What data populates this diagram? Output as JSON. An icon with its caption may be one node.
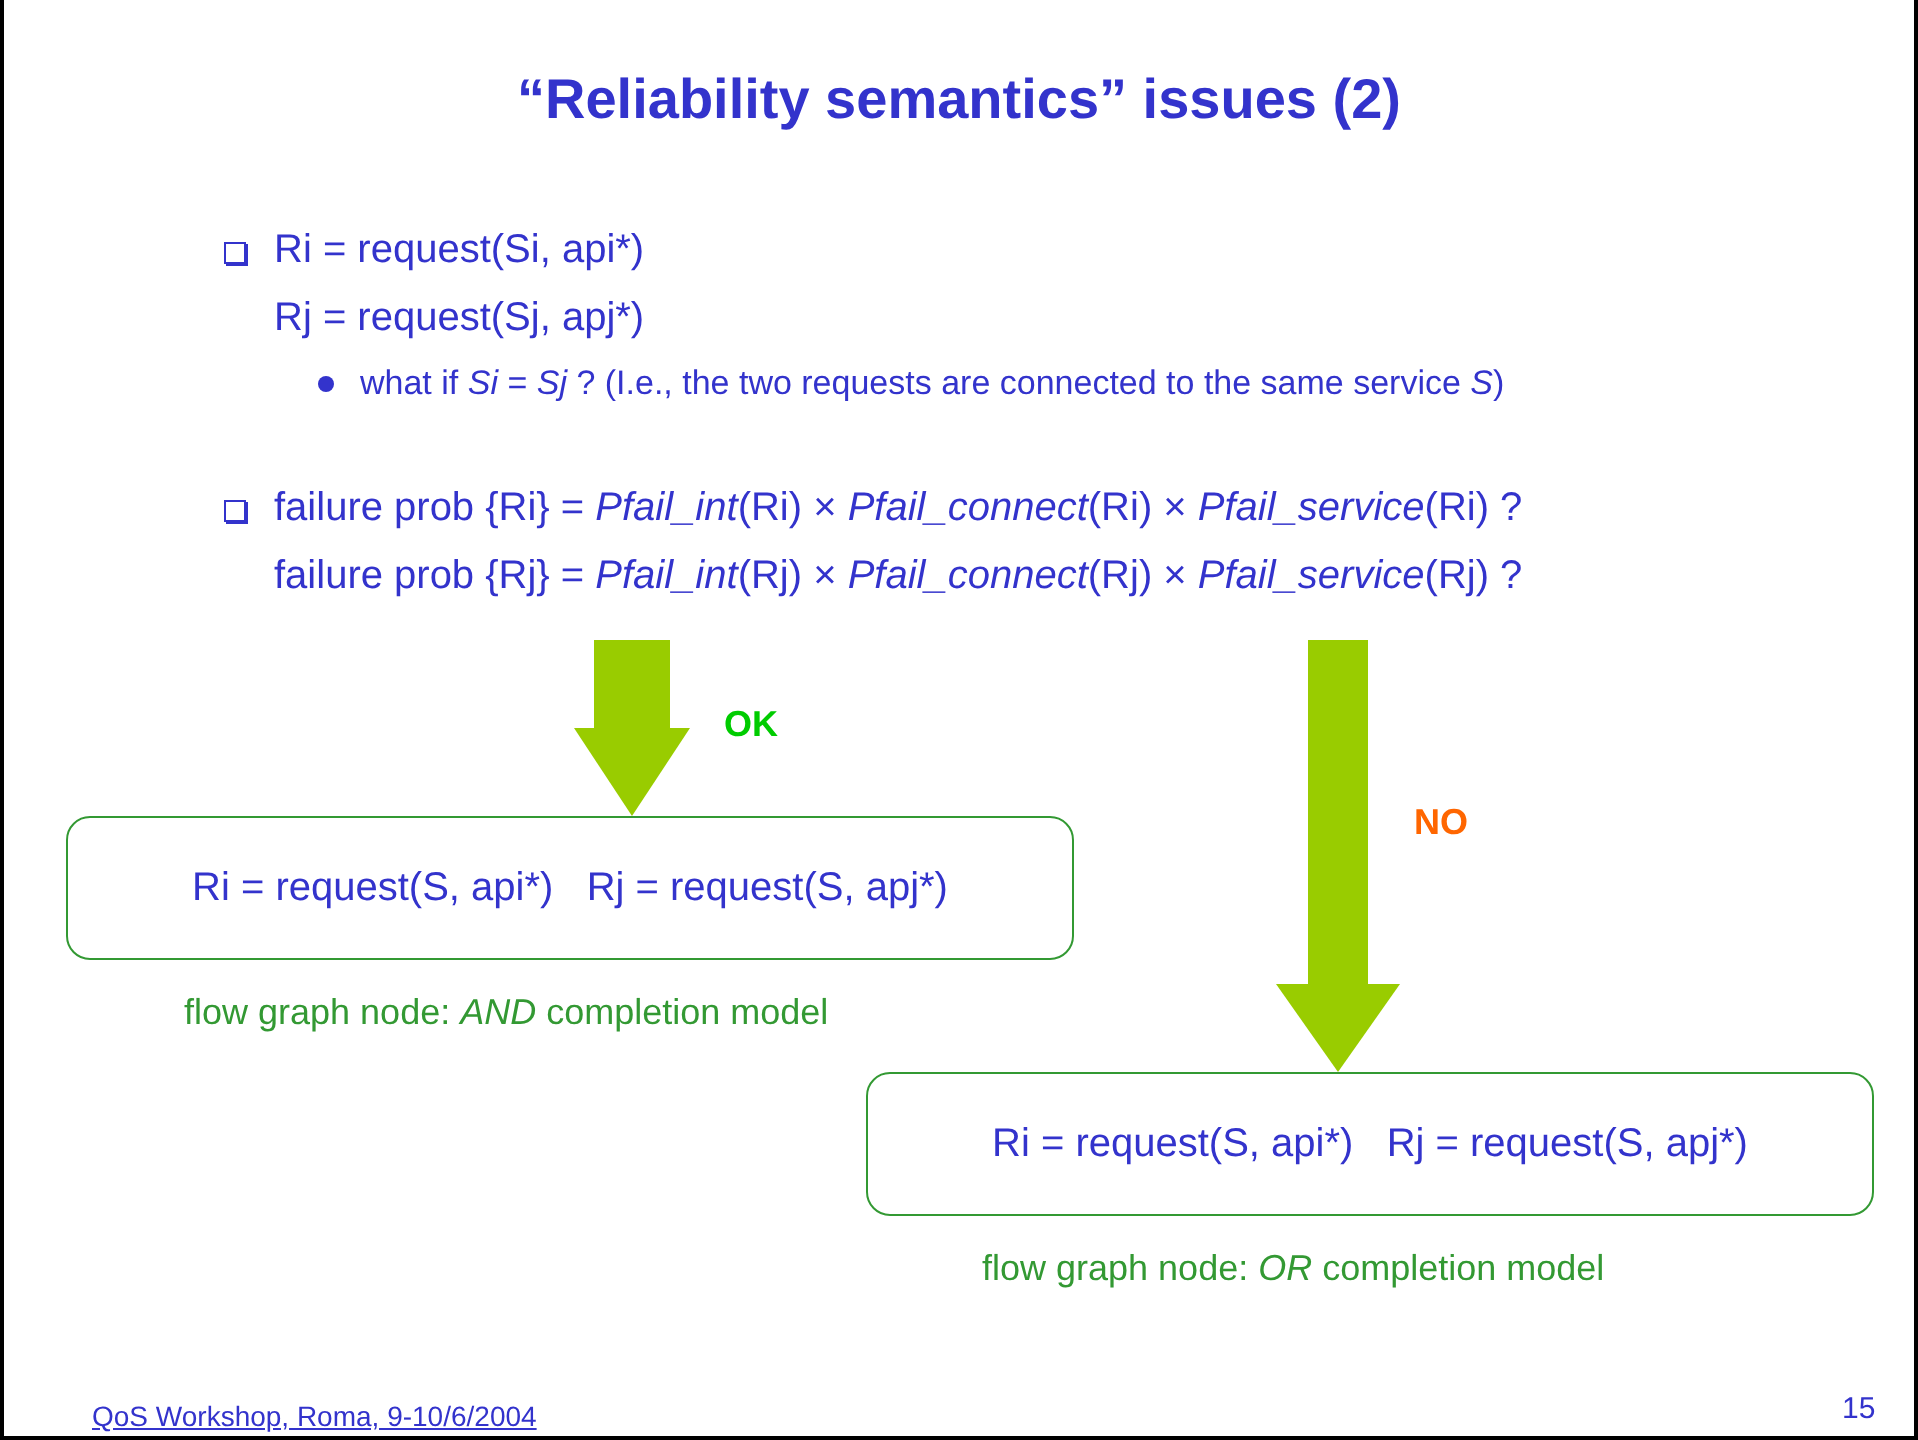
{
  "diagram": {
    "title": "“Reliability semantics” issues (2)",
    "nodes": [
      {
        "text": [
          "Ri = request(S, api*)   Rj = request(S, apj*)"
        ],
        "beside": [
          "flow graph node: *AND* completion model"
        ]
      },
      {
        "text": [
          "Ri = request(S, api*)   Rj = request(S, apj*)"
        ],
        "beside": [
          "flow graph node: *OR* completion model"
        ]
      }
    ],
    "edges": [
      {
        "from": null,
        "to": 0,
        "arrow": "to",
        "label": "OK"
      },
      {
        "from": null,
        "to": 1,
        "arrow": "to",
        "label": "NO"
      }
    ],
    "labels": [
      "Ri = request(Si, api*)",
      "Rj = request(Sj, apj*)",
      "what if *Si* = *Sj* ? (I.e., the two requests are connected to the same service *S*)",
      "failure prob {Ri} = *Pfail_int*(Ri) × *Pfail_connect*(Ri) × *Pfail_service*(Ri) ?",
      "failure prob {Rj} = *Pfail_int*(Rj) × *Pfail_connect*(Rj) × *Pfail_service*(Rj) ?",
      "QoS Workshop, Roma, 9-10/6/2004",
      "15"
    ]
  }
}
